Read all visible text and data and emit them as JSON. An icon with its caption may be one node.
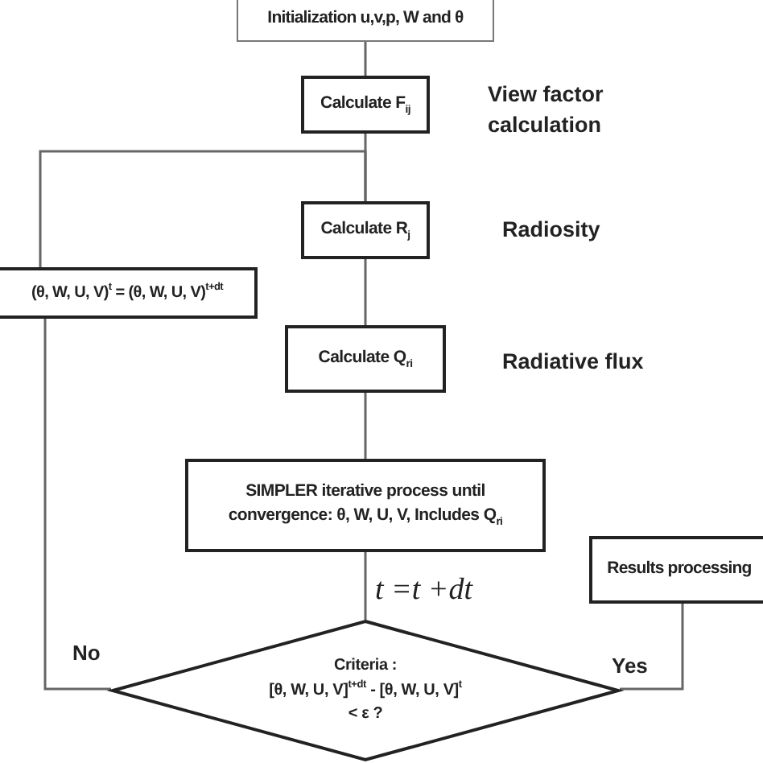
{
  "diagram": {
    "nodes": [
      {
        "text": [
          "Initialization u,v,p, W and θ"
        ]
      },
      {
        "text": [
          "Calculate F$_{ij}$"
        ],
        "beside": [
          "View factor calculation"
        ]
      },
      {
        "text": [
          "Calculate R$_{j}$"
        ],
        "beside": [
          "Radiosity"
        ]
      },
      {
        "text": [
          "Calculate Q$_{ri}$"
        ],
        "beside": [
          "Radiative flux"
        ]
      },
      {
        "text": [
          "SIMPLER iterative process until convergence: θ, W, U, V, Includes Q$_{ri}$"
        ]
      },
      {
        "text": [
          "Criteria :",
          "[θ, W, U, V]$^{t+dt}$ - [θ, W, U, V]$^{t}$",
          "< ε  ?"
        ]
      },
      {
        "text": [
          "Results processing"
        ]
      },
      {
        "text": [
          "(θ, W, U, V)$^{t}$ = (θ, W, U, V)$^{t+dt}$"
        ]
      }
    ],
    "edges": [
      {
        "from": 0,
        "to": 1,
        "arrow": "none"
      },
      {
        "from": 1,
        "to": 2,
        "arrow": "none"
      },
      {
        "from": 2,
        "to": 3,
        "arrow": "none"
      },
      {
        "from": 3,
        "to": 4,
        "arrow": "none"
      },
      {
        "from": 4,
        "to": 5,
        "arrow": "none",
        "label": "t =t +dt"
      },
      {
        "from": 5,
        "to": 6,
        "arrow": "none",
        "label": "Yes"
      },
      {
        "from": 5,
        "to": 7,
        "arrow": "none",
        "label": "No"
      },
      {
        "from": 7,
        "to": 2,
        "arrow": "none"
      }
    ]
  }
}
